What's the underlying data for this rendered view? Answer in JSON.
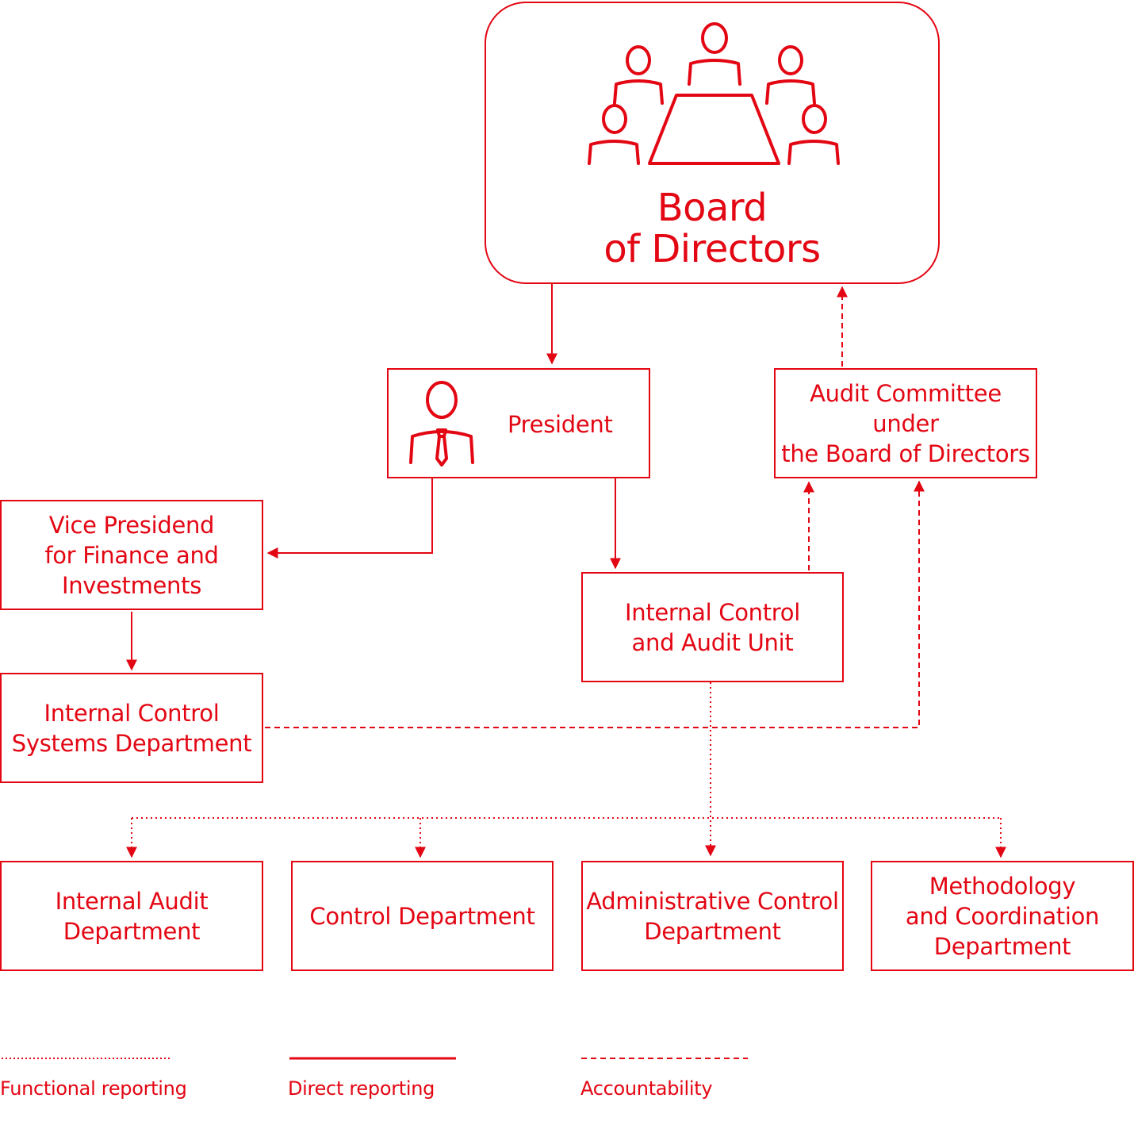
{
  "colors": {
    "accent": "#e30613",
    "background": "#ffffff"
  },
  "nodes": {
    "board": {
      "label": "Board\nof Directors",
      "icon": "board-meeting-icon"
    },
    "president": {
      "label": "President",
      "icon": "person-with-tie-icon"
    },
    "audit_committee": {
      "label": "Audit Committee under\nthe Board of Directors"
    },
    "vice_president": {
      "label": "Vice Presidend\nfor Finance and\nInvestments"
    },
    "icau": {
      "label": "Internal Control\nand Audit Unit"
    },
    "ics_dept": {
      "label": "Internal Control\nSystems Department"
    },
    "internal_audit": {
      "label": "Internal Audit\nDepartment"
    },
    "control_dept": {
      "label": "Control Department"
    },
    "admin_control": {
      "label": "Administrative Control\nDepartment"
    },
    "methodology": {
      "label": "Methodology\nand Coordination\nDepartment"
    }
  },
  "legend": {
    "functional": "Functional reporting",
    "direct": "Direct reporting",
    "accountability": "Accountability"
  }
}
